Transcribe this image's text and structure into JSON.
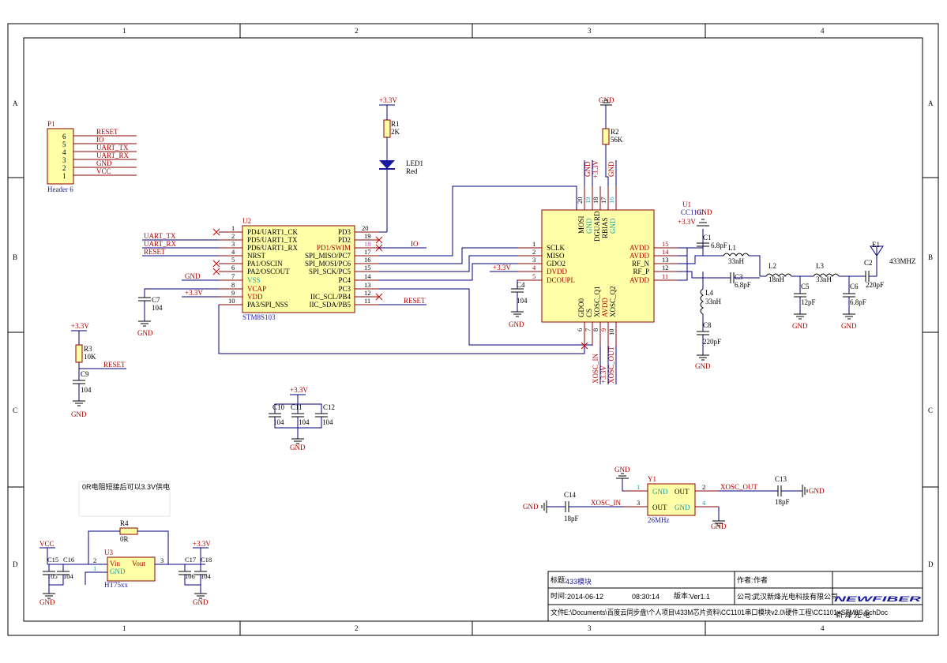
{
  "border": {
    "cols": [
      "1",
      "2",
      "3",
      "4"
    ],
    "rows": [
      "A",
      "B",
      "C",
      "D"
    ]
  },
  "p1": {
    "ref": "P1",
    "name": "Header 6",
    "pins": [
      "6",
      "5",
      "4",
      "3",
      "2",
      "1"
    ],
    "nets": [
      "RESET",
      "IO",
      "UART_TX",
      "UART_RX",
      "GND",
      "VCC"
    ]
  },
  "u2": {
    "ref": "U2",
    "name": "STM8S103",
    "left_pins": [
      "PD4/UART1_CK",
      "PD5/UART1_TX",
      "PD6/UART1_RX",
      "NRST",
      "PA1/OSCIN",
      "PA2/OSCOUT",
      "VSS",
      "VCAP",
      "VDD",
      "PA3/SPI_NSS"
    ],
    "left_nums": [
      "1",
      "2",
      "3",
      "4",
      "5",
      "6",
      "7",
      "8",
      "9",
      "10"
    ],
    "right_pins": [
      "PD3",
      "PD2",
      "PD1/SWIM",
      "SPI_MISO/PC7",
      "SPI_MOSI/PC6",
      "SPI_SCK/PC5",
      "PC4",
      "PC3",
      "IIC_SCL/PB4",
      "IIC_SDA/PB5"
    ],
    "right_nums": [
      "20",
      "19",
      "18",
      "17",
      "16",
      "15",
      "14",
      "13",
      "12",
      "11"
    ],
    "nets_left": [
      "UART_TX",
      "UART_RX",
      "RESET",
      "GND",
      "+3.3V"
    ],
    "net_io": "IO",
    "net_reset": "RESET"
  },
  "u1": {
    "ref": "U1",
    "name": "CC1101",
    "top_pins": [
      "MOSI",
      "GND",
      "DGUARD",
      "RBIAS",
      "GND"
    ],
    "top_nums": [
      "20",
      "19",
      "18",
      "17",
      "16"
    ],
    "left_pins": [
      "SCLK",
      "MISO",
      "GDO2",
      "DVDD",
      "DCOUPL"
    ],
    "left_nums": [
      "1",
      "2",
      "3",
      "4",
      "5"
    ],
    "right_pins": [
      "AVDD",
      "AVDD",
      "RF_N",
      "RF_P",
      "AVDD"
    ],
    "right_nums": [
      "15",
      "14",
      "13",
      "12",
      "11"
    ],
    "bottom_pins": [
      "GDO0",
      "CS",
      "XOSC_Q1",
      "AVDD",
      "XOSC_Q2"
    ],
    "bottom_nums": [
      "6",
      "7",
      "8",
      "9",
      "10"
    ],
    "top_nets": [
      "GND",
      "+3.3V",
      "GND"
    ],
    "bottom_nets": [
      "XOSC_IN",
      "+3.3V",
      "XOSC_OUT"
    ],
    "net_33": "+3.3V"
  },
  "r1": {
    "ref": "R1",
    "val": "2K",
    "pwr": "+3.3V"
  },
  "led1": {
    "ref": "LED1",
    "val": "Red"
  },
  "r2": {
    "ref": "R2",
    "val": "56K",
    "gnd": "GND"
  },
  "r3": {
    "ref": "R3",
    "val": "10K",
    "pwr": "+3.3V",
    "net": "RESET"
  },
  "c9": {
    "ref": "C9",
    "val": "104",
    "gnd": "GND"
  },
  "c7": {
    "ref": "C7",
    "val": "104",
    "gnd": "GND"
  },
  "c4": {
    "ref": "C4",
    "val": "104",
    "gnd": "GND",
    "net": "+3.3V"
  },
  "c1": {
    "ref": "C1",
    "val": "6.8pF",
    "gnd": "GND",
    "pwr": "+3.3V"
  },
  "l1": {
    "ref": "L1",
    "val": "33nH"
  },
  "c3": {
    "ref": "C3",
    "val": "6.8pF"
  },
  "l2": {
    "ref": "L2",
    "val": "18nH"
  },
  "c5": {
    "ref": "C5",
    "val": "12pF",
    "gnd": "GND"
  },
  "l3": {
    "ref": "L3",
    "val": "33nH"
  },
  "c6": {
    "ref": "C6",
    "val": "6.8pF",
    "gnd": "GND"
  },
  "c2": {
    "ref": "C2",
    "val": "220pF"
  },
  "e1": {
    "ref": "E1",
    "val": "433MHZ"
  },
  "l4": {
    "ref": "L4",
    "val": "33nH"
  },
  "c8": {
    "ref": "C8",
    "val": "220pF",
    "gnd": "GND"
  },
  "caps3": {
    "pwr": "+3.3V",
    "gnd": "GND",
    "refs": [
      "C10",
      "C11",
      "C12"
    ],
    "vals": [
      "104",
      "104",
      "104"
    ]
  },
  "y1": {
    "ref": "Y1",
    "val": "26MHz",
    "pins": [
      "GND",
      "OUT",
      "OUT",
      "GND"
    ],
    "nums": [
      "1",
      "2",
      "3",
      "4"
    ],
    "gnd": "GND",
    "net_in": "XOSC_IN",
    "net_out": "XOSC_OUT"
  },
  "c14": {
    "ref": "C14",
    "val": "18pF",
    "gnd": "GND"
  },
  "c13": {
    "ref": "C13",
    "val": "18pF",
    "gnd": "GND"
  },
  "note": "0R电阻短接后可以3.3V供电",
  "r4": {
    "ref": "R4",
    "val": "0R"
  },
  "u3": {
    "ref": "U3",
    "name": "HT75xx",
    "vin": "Vin",
    "vout": "Vout",
    "gndp": "GND",
    "nums": [
      "2",
      "3",
      "1"
    ]
  },
  "c15": {
    "ref": "C15",
    "val": "105"
  },
  "c16": {
    "ref": "C16",
    "val": "104"
  },
  "c17": {
    "ref": "C17",
    "val": "106"
  },
  "c18": {
    "ref": "C18",
    "val": "104"
  },
  "reg": {
    "vcc": "VCC",
    "v33": "+3.3V",
    "gnd": "GND"
  },
  "title_block": {
    "title_label": "标题:",
    "title": "433模块",
    "author_label": "作者:",
    "author": "作者",
    "time_label": "时间:",
    "date": "2014-06-12",
    "time": "08:30:14",
    "ver_label": "版本:",
    "ver": "Ver1.1",
    "company_label": "公司:",
    "company": "武汉新烽光电科技有限公司",
    "file_label": "文件",
    "file": "E:\\Documents\\百度云同步盘\\个人项目\\433M芯片资料\\CC1101串口模块v2.0\\硬件工程\\CC1101+STM8S.SchDoc",
    "logo": "NEWFIBER",
    "logo_sub": "新 烽 光 电"
  }
}
